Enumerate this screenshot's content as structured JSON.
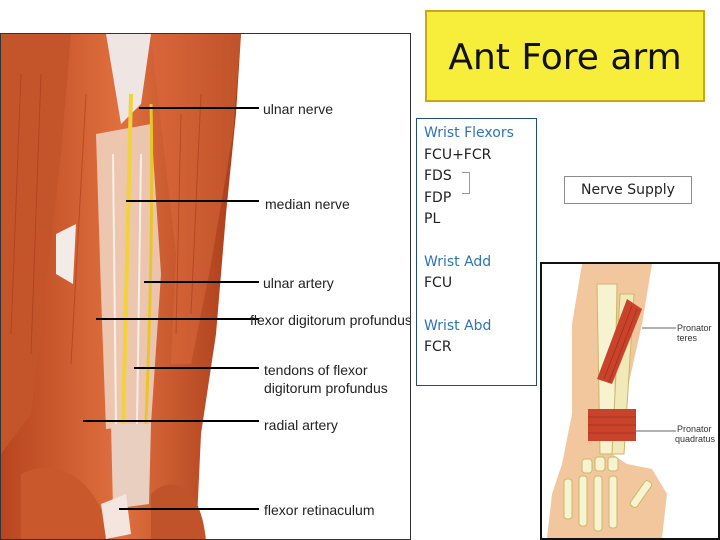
{
  "title": "Ant Fore arm",
  "left_figure": {
    "labels": [
      "ulnar nerve",
      "median nerve",
      "ulnar artery",
      "flexor digitorum profundus",
      "tendons of flexor",
      "digitorum profundus",
      "radial artery",
      "flexor retinaculum"
    ]
  },
  "muscle_box": {
    "wrist_flexors_heading": "Wrist Flexors",
    "wrist_flexors": [
      "FCU+FCR",
      "FDS",
      "FDP",
      "PL"
    ],
    "wrist_add_heading": "Wrist Add",
    "wrist_add": [
      "FCU"
    ],
    "wrist_abd_heading": "Wrist Abd",
    "wrist_abd": [
      "FCR"
    ]
  },
  "nerve_supply": "Nerve Supply",
  "right_figure": {
    "label_pronator_teres_1": "Pronator",
    "label_pronator_teres_2": "teres",
    "label_pronator_quadratus_1": "Pronator",
    "label_pronator_quadratus_2": "quadratus"
  },
  "colors": {
    "title_bg": "#f6ee3a",
    "heading_blue": "#2e74b5",
    "muscle_red": "#c9422a",
    "box_border": "#1f4e79"
  }
}
